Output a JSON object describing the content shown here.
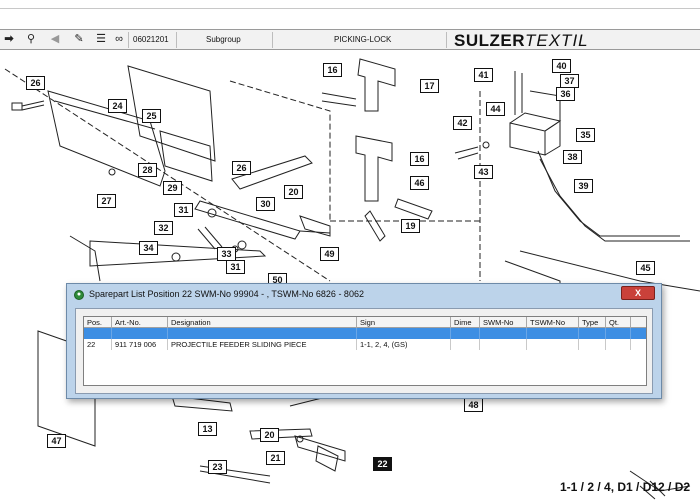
{
  "toolbar": {
    "order_no": "06021201",
    "subgroup_label": "Subgroup",
    "group_name": "PICKING-LOCK",
    "brand_bold": "SULZER",
    "brand_light": "TEXTIL",
    "icons": [
      "arrow-right-icon",
      "zoom-icon",
      "prev-page-icon",
      "notes-icon",
      "list-icon",
      "binoculars-icon"
    ]
  },
  "drawing": {
    "callouts": [
      "26",
      "24",
      "25",
      "16",
      "17",
      "41",
      "40",
      "37",
      "36",
      "44",
      "42",
      "35",
      "43",
      "38",
      "16",
      "46",
      "39",
      "26",
      "20",
      "28",
      "29",
      "27",
      "31",
      "30",
      "32",
      "34",
      "33",
      "31",
      "19",
      "49",
      "50",
      "45",
      "48",
      "47",
      "13",
      "20",
      "21",
      "23",
      "22"
    ],
    "variant_text": "1-1 / 2 / 4, D1 / D12 / D2"
  },
  "dialog": {
    "title": "Sparepart List Position 22 SWM-No 99904 - , TSWM-No 6826 - 8062",
    "close_label": "X",
    "columns": [
      "Pos.",
      "Art.-No.",
      "Designation",
      "Sign",
      "Dime",
      "SWM-No",
      "TSWM-No",
      "Type",
      "Qt."
    ],
    "rows": [
      [
        "22",
        "911 719 006",
        "PROJECTILE FEEDER SLIDING PIECE",
        "1-1, 2, 4, (GS)",
        "",
        "",
        "",
        "",
        ""
      ]
    ]
  }
}
